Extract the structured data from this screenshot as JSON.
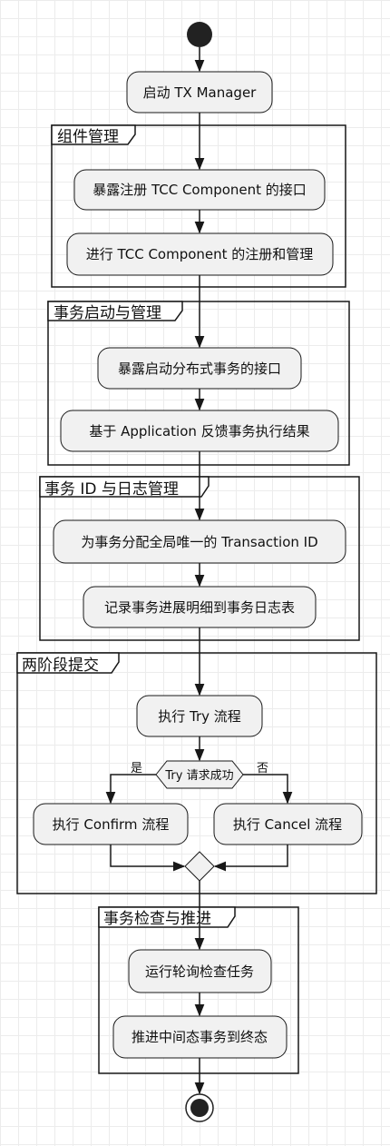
{
  "diagram": {
    "nodes": {
      "start_tx": "启动 TX Manager",
      "expose_register": "暴露注册 TCC Component 的接口",
      "register_manage": "进行 TCC Component 的注册和管理",
      "expose_start": "暴露启动分布式事务的接口",
      "feedback": "基于 Application 反馈事务执行结果",
      "assign_id": "为事务分配全局唯一的 Transaction ID",
      "log_details": "记录事务进展明细到事务日志表",
      "try": "执行 Try 流程",
      "confirm": "执行 Confirm 流程",
      "cancel": "执行 Cancel 流程",
      "poll": "运行轮询检查任务",
      "advance": "推进中间态事务到终态"
    },
    "decision": {
      "label": "Try 请求成功",
      "yes": "是",
      "no": "否"
    },
    "frames": {
      "component": "组件管理",
      "tx_start": "事务启动与管理",
      "id_log": "事务 ID 与日志管理",
      "two_phase": "两阶段提交",
      "check": "事务检查与推进"
    },
    "colors": {
      "node_fill": "#f1f1f1",
      "stroke": "#181818",
      "start": "#222222"
    }
  }
}
